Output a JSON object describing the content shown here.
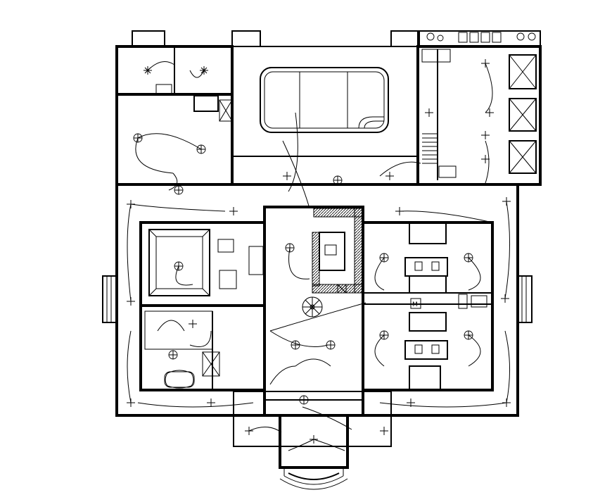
{
  "drawing": {
    "type": "electrical floor plan",
    "background": "#ffffff",
    "line_color": "#000000"
  },
  "rooms": [
    {
      "id": "nw-upper-room"
    },
    {
      "id": "nw-lower-room"
    },
    {
      "id": "courtyard-pool"
    },
    {
      "id": "ne-garage"
    },
    {
      "id": "west-suite"
    },
    {
      "id": "west-bath-suite"
    },
    {
      "id": "central-hall"
    },
    {
      "id": "kitchen-core"
    },
    {
      "id": "east-bath-wing"
    },
    {
      "id": "front-porch"
    }
  ],
  "fixtures": {
    "ceiling_light_icon": "crossed-circle",
    "wall_sconce_icon": "four-point-star",
    "wiring_style": "curved arcs"
  },
  "symbols": {
    "mirror_glyph": "M"
  }
}
